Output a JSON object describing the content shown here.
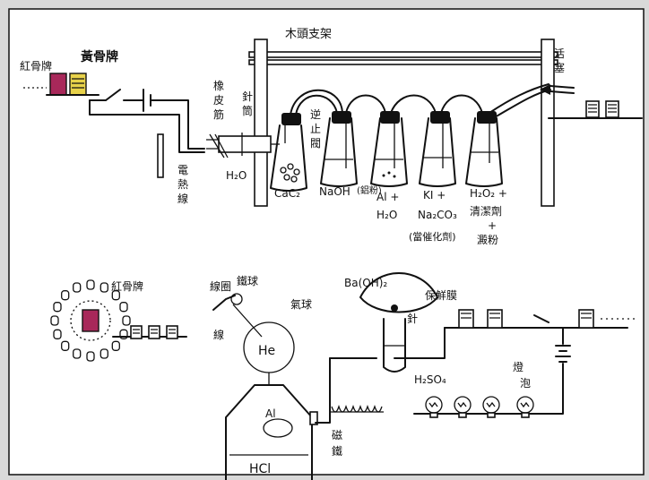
{
  "labels": {
    "wood_stand": "木頭支架",
    "red_card_top": "紅骨牌",
    "yellow_card_top": "黃骨牌",
    "rubber_band": "橡皮筋",
    "needle_tube": "針筒",
    "stopcock": "止",
    "check_valve": "逆止閥",
    "plug": "活塞",
    "heating_wire": "電熱線",
    "water_label": "H₂O",
    "cac2": "CaC₂",
    "naoh": "NaOH",
    "al_plus_powder": "(鋁粉)",
    "al_plus": "Al +",
    "al_h2o": "H₂O",
    "ki_plus": "KI +",
    "na2co3": "Na₂CO₃",
    "catalyst": "(當催化劑)",
    "h2o2_plus": "H₂O₂ +",
    "detergent": "清潔劑",
    "plus_sign": "+",
    "starch": "澱粉",
    "red_card_bottom": "紅骨牌",
    "coil": "線圈",
    "iron_ball": "鐵球",
    "wire": "線",
    "balloon": "氣球",
    "helium": "He",
    "aluminium": "Al",
    "hcl": "HCl",
    "magnet": "磁鐵",
    "baoh2": "Ba(OH)₂",
    "cling_film": "保鮮膜",
    "needle": "針",
    "h2so4": "H₂SO₄",
    "bulbs": "燈泡"
  },
  "colors": {
    "red_card": "#a8285a",
    "yellow_card": "#e8d24a",
    "ink": "#111111",
    "paper": "#ffffff"
  },
  "icons": {
    "battery": "battery-icon",
    "switch": "switch-icon",
    "bulb": "light-bulb-icon",
    "domino": "domino-icon"
  }
}
